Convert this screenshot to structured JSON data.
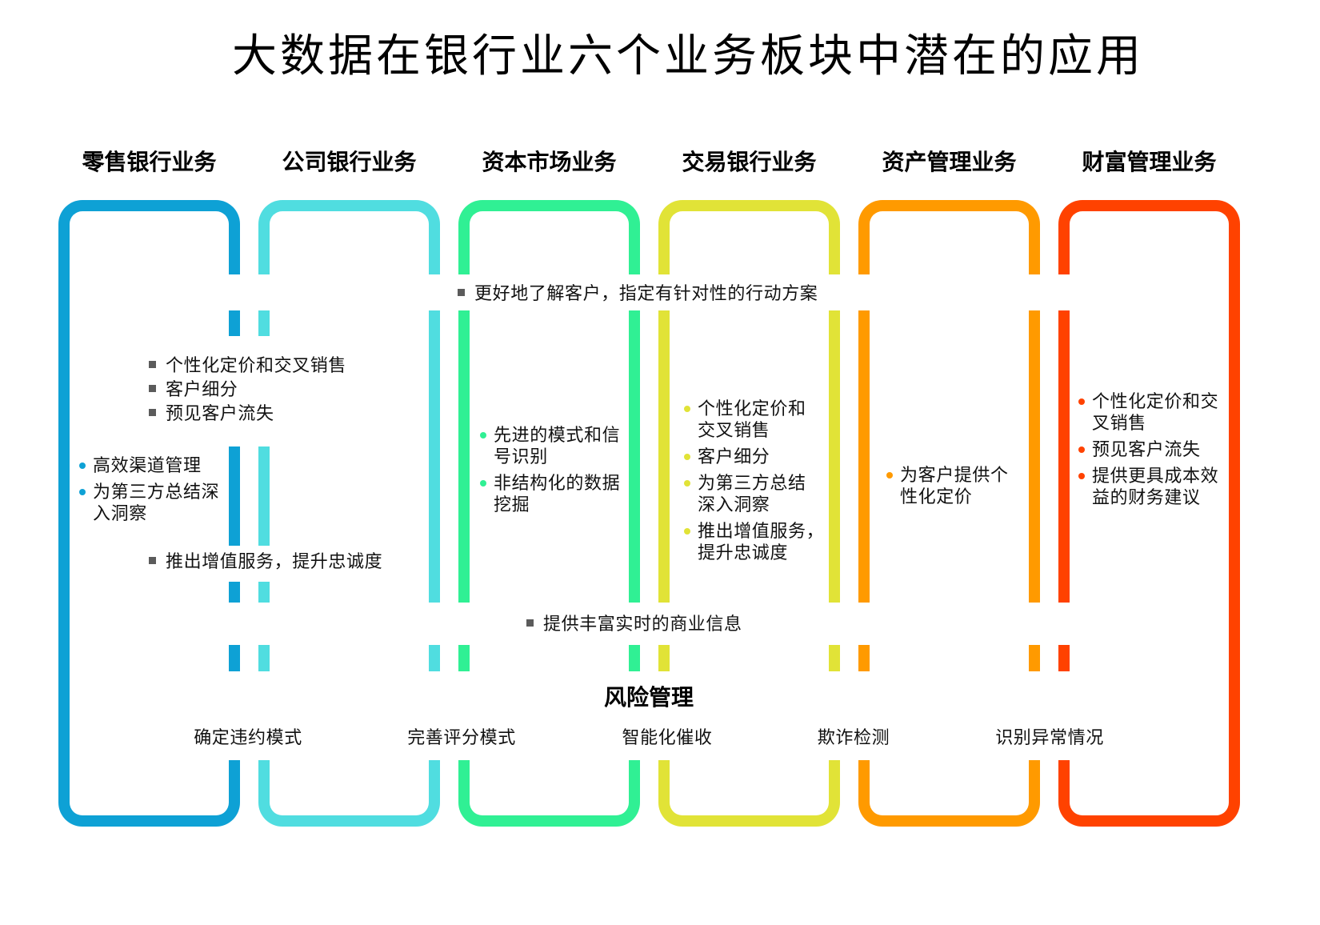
{
  "title": "大数据在银行业六个业务板块中潜在的应用",
  "columns": [
    {
      "name": "零售银行业务",
      "color": "#0ea1d5"
    },
    {
      "name": "公司银行业务",
      "color": "#50dde0"
    },
    {
      "name": "资本市场业务",
      "color": "#30f094"
    },
    {
      "name": "交易银行业务",
      "color": "#e1e337"
    },
    {
      "name": "资产管理业务",
      "color": "#ff9a00"
    },
    {
      "name": "财富管理业务",
      "color": "#ff4200"
    }
  ],
  "shared": {
    "band_top": "更好地了解客户，指定有针对性的行动方案",
    "retail_corporate": [
      "个性化定价和交叉销售",
      "客户细分",
      "预见客户流失"
    ],
    "retail_corporate_bottom": "推出增值服务，提升忠诚度",
    "band_bottom": "提供丰富实时的商业信息"
  },
  "column_items": {
    "retail": [
      {
        "lines": [
          "高效渠道管理"
        ]
      },
      {
        "lines": [
          "为第三方总结深",
          "入洞察"
        ]
      }
    ],
    "capital_markets": [
      {
        "lines": [
          "先进的模式和信",
          "号识别"
        ]
      },
      {
        "lines": [
          "非结构化的数据",
          "挖掘"
        ]
      }
    ],
    "transaction": [
      {
        "lines": [
          "个性化定价和",
          "交叉销售"
        ]
      },
      {
        "lines": [
          "客户细分"
        ]
      },
      {
        "lines": [
          "为第三方总结",
          "深入洞察"
        ]
      },
      {
        "lines": [
          "推出增值服务，",
          "提升忠诚度"
        ]
      }
    ],
    "asset_management": [
      {
        "lines": [
          "为客户提供个",
          "性化定价"
        ]
      }
    ],
    "wealth_management": [
      {
        "lines": [
          "个性化定价和交",
          "叉销售"
        ]
      },
      {
        "lines": [
          "预见客户流失"
        ]
      },
      {
        "lines": [
          "提供更具成本效",
          "益的财务建议"
        ]
      }
    ]
  },
  "risk": {
    "title": "风险管理",
    "items": [
      "确定违约模式",
      "完善评分模式",
      "智能化催收",
      "欺诈检测",
      "识别异常情况"
    ]
  }
}
